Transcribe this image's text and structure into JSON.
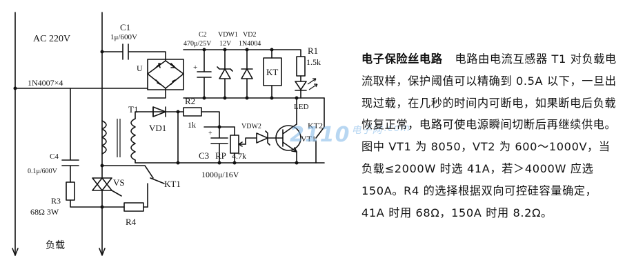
{
  "labels": {
    "ac_source": "AC 220V",
    "c1_name": "C1",
    "c1_value": "1μ/600V",
    "c2_name": "C2",
    "c2_value": "470μ/25V",
    "vdw1_name": "VDW1",
    "vdw1_value": "12V",
    "vd2_name": "VD2",
    "vd2_value": "1N4004",
    "r1_name": "R1",
    "r1_value": "1.5k",
    "bridge_label": "U",
    "bridge_diodes": "1N4007×4",
    "kt_coil": "KT",
    "led": "LED",
    "t1": "T1",
    "r2_name": "R2",
    "r2_value": "1k",
    "vd1": "VD1",
    "vdw2": "VDW2",
    "kt2": "KT2",
    "vt1": "VT1",
    "c3": "C3",
    "rp": "RP",
    "rp_value": "4.7k",
    "c3_value": "1000μ/16V",
    "c4_name": "C4",
    "c4_value": "0.1μ/600V",
    "vs": "VS",
    "kt1": "KT1",
    "r3_name": "R3",
    "r3_value": "68Ω 3W",
    "r4": "R4",
    "load": "负载"
  },
  "description": {
    "title": "电子保险丝电路",
    "body": "电路由电流互感器 T1 对负载电流取样，保护阈值可以精确到 0.5A 以下，一旦出现过载，在几秒的时间内可断电，如果断电后负载恢复正常，电路可使电源瞬间切断后再继续供电。图中 VT1 为 8050，VT2 为 600～1000V，当负载≤2000W 时选 41A，若＞4000W 应选 150A。R4 的选择根据双向可控硅容量确定，41A 时用 68Ω，150A 时用 8.2Ω。"
  },
  "watermark": {
    "text": "2110",
    "suffix": "电子网",
    "domain": ".com"
  }
}
